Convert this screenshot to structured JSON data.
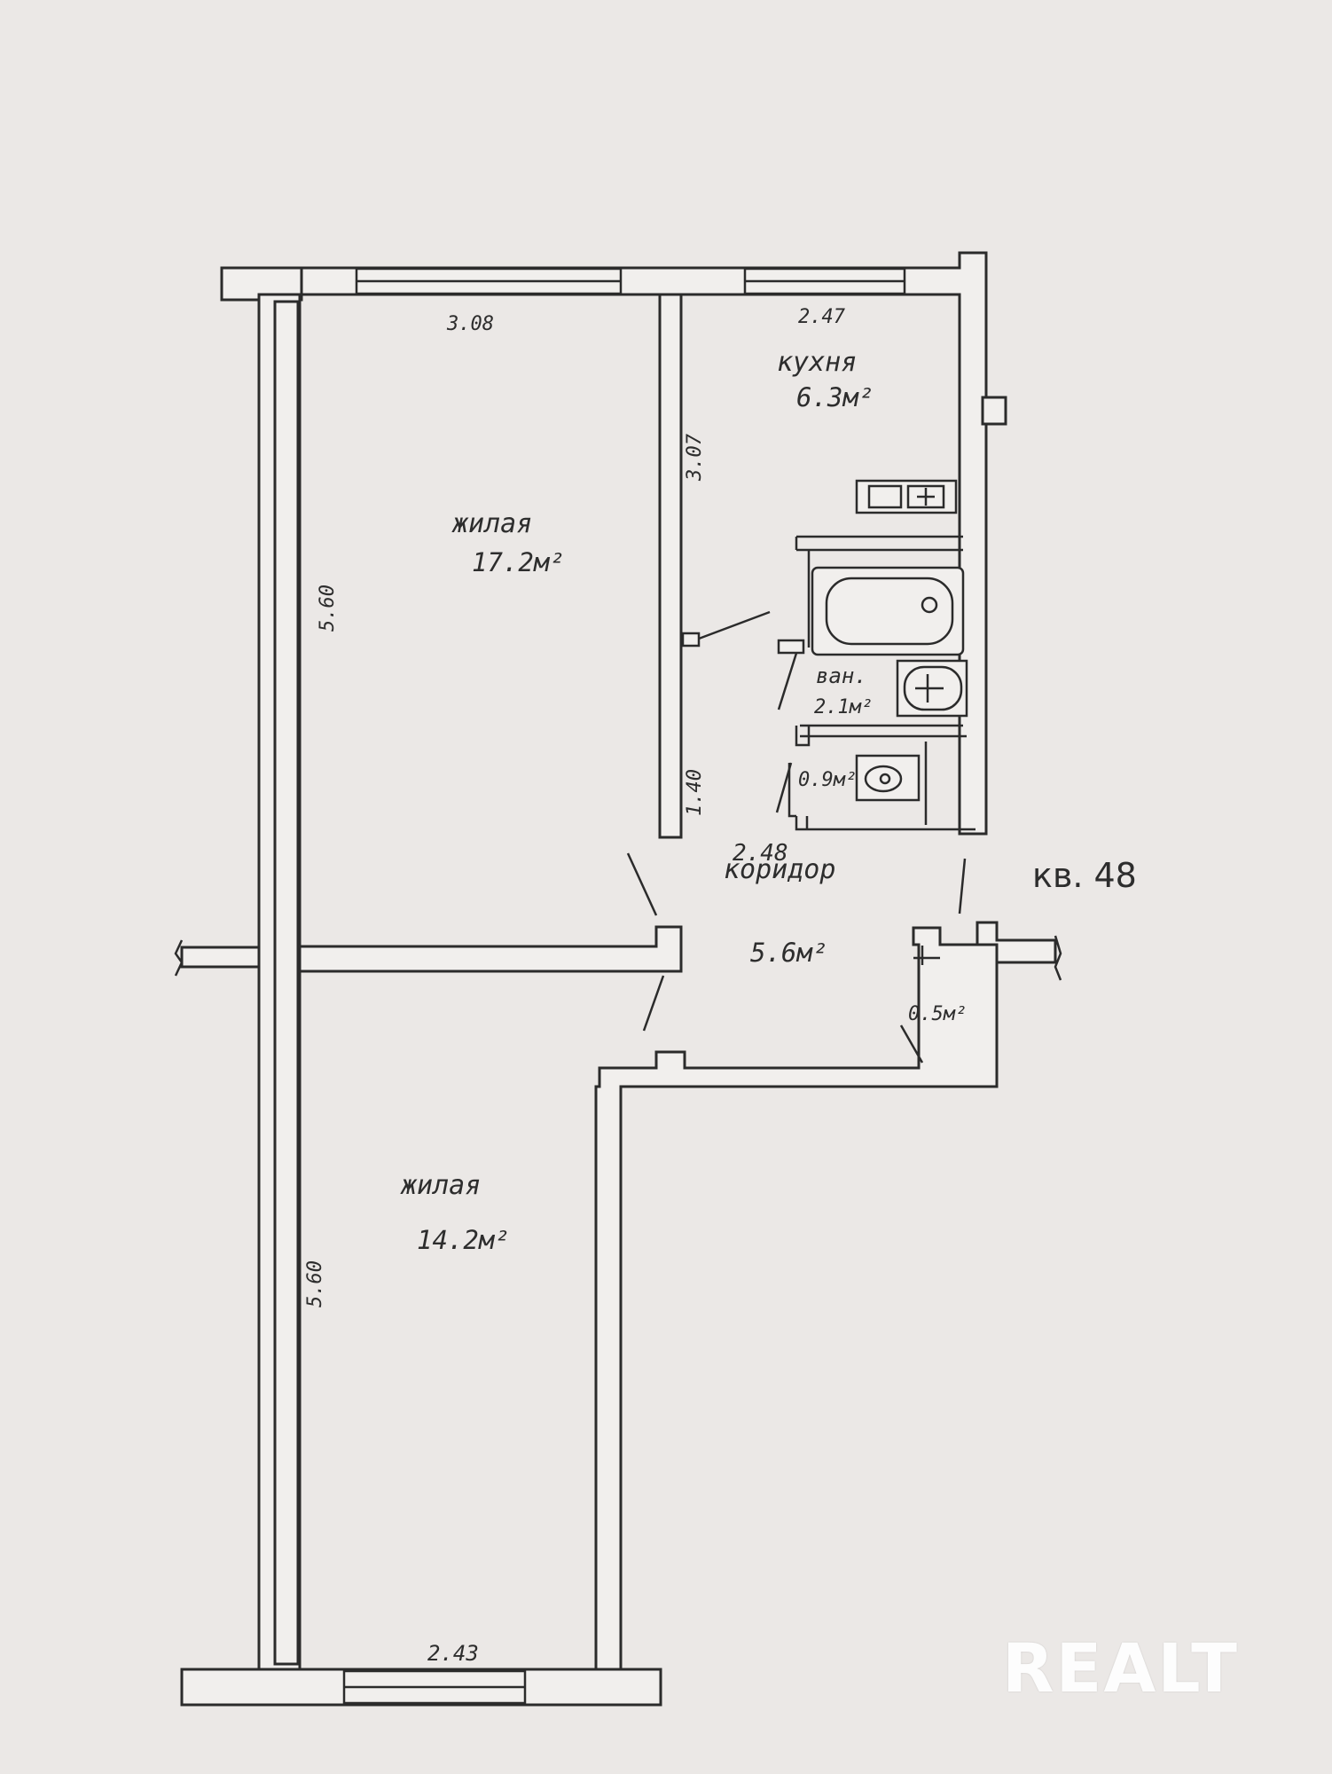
{
  "rooms": {
    "living_top": {
      "name": "жилая",
      "area": "17.2м²"
    },
    "living_bottom": {
      "name": "жилая",
      "area": "14.2м²"
    },
    "kitchen": {
      "name": "кухня",
      "area": "6.3м²"
    },
    "bathroom": {
      "name": "ван.",
      "area": "2.1м²"
    },
    "toilet": {
      "area": "0.9м²"
    },
    "corridor": {
      "name": "коридор",
      "area": "5.6м²"
    },
    "closet": {
      "area": "0.5м²"
    }
  },
  "dimensions": {
    "top_room_width": "3.08",
    "kitchen_width": "2.47",
    "kitchen_depth": "3.07",
    "top_room_length": "5.60",
    "bottom_room_length": "5.60",
    "bath_wall": "1.40",
    "corridor_width": "2.48",
    "bottom_room_width": "2.43"
  },
  "apartment_label": "кв. 48",
  "watermark": "REALT"
}
